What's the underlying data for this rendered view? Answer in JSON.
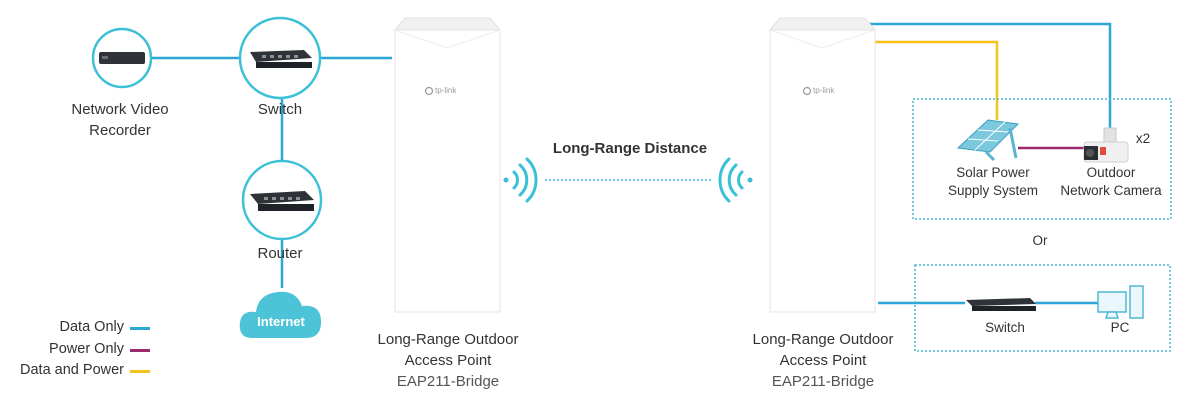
{
  "left_site": {
    "nvr": {
      "line1": "Network Video",
      "line2": "Recorder"
    },
    "switch": "Switch",
    "router": "Router",
    "internet": "Internet"
  },
  "link_label": "Long-Range Distance",
  "ap_left": {
    "line1": "Long-Range Outdoor",
    "line2": "Access Point",
    "model": "EAP211-Bridge",
    "logo": "tp-link"
  },
  "ap_right": {
    "line1": "Long-Range Outdoor",
    "line2": "Access Point",
    "model": "EAP211-Bridge",
    "logo": "tp-link"
  },
  "option_a": {
    "solar": {
      "line1": "Solar Power",
      "line2": "Supply System"
    },
    "camera": {
      "line1": "Outdoor",
      "line2": "Network Camera"
    },
    "camera_count": "x2"
  },
  "or_label": "Or",
  "option_b": {
    "switch": "Switch",
    "pc": "PC"
  },
  "legend": [
    {
      "label": "Data Only",
      "color": "#2ba6d6"
    },
    {
      "label": "Power Only",
      "color": "#9b2a6e"
    },
    {
      "label": "Data and Power",
      "color": "#f7c21a"
    }
  ],
  "colors": {
    "data": "#2ba6d6",
    "power": "#9b2a6e",
    "data_power": "#f7c21a",
    "accent": "#3cc0d6"
  }
}
